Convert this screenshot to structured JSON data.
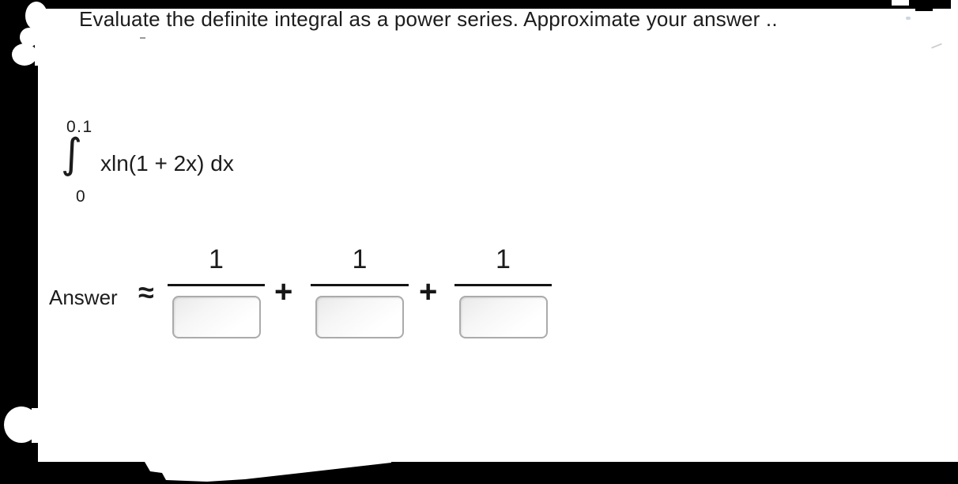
{
  "problem": {
    "prompt": "Evaluate the definite integral as a power series. Approximate your answer ..",
    "integral": {
      "upper_limit": "0.1",
      "sign": "∫",
      "lower_limit": "0",
      "integrand": "xln(1 + 2x) dx"
    },
    "answer": {
      "label": "Answer",
      "approx_symbol": "≈",
      "plus_operator": "+",
      "terms": [
        {
          "numerator": "1",
          "denominator_value": ""
        },
        {
          "numerator": "1",
          "denominator_value": ""
        },
        {
          "numerator": "1",
          "denominator_value": ""
        }
      ]
    }
  },
  "colors": {
    "frame": "#000000",
    "text": "#1c1c1c",
    "input_border": "#ababab"
  }
}
